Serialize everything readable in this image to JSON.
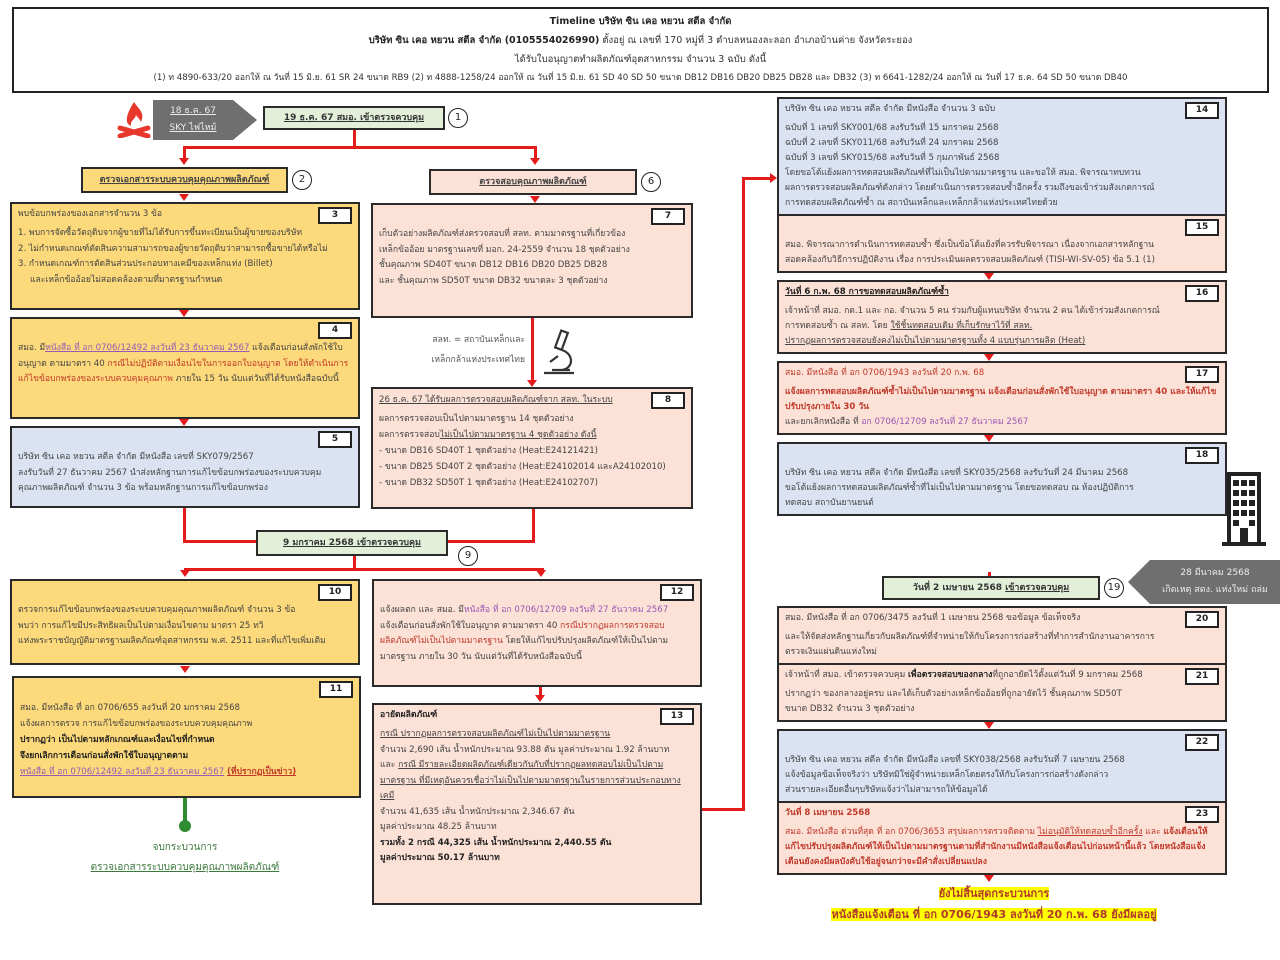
{
  "header": {
    "title": "Timeline บริษัท ซิน เคอ หยวน สตีล จำกัด",
    "company_bold": "บริษัท ซิน เคอ หยวน สตีล จำกัด (0105554026990)",
    "address": " ตั้งอยู่ ณ เลขที่ 170 หมู่ที่ 3 ตำบลหนองละลอก อำเภอบ้านค่าย จังหวัดระยอง",
    "licenses_intro": "ได้รับใบอนุญาตทำผลิตภัณฑ์อุตสาหกรรม จำนวน 3 ฉบับ ดังนี้",
    "licenses": "(1) ท 4890-633/20 ออกให้ ณ วันที่ 15 มิ.ย. 61 SR 24 ขนาด RB9  (2) ท 4888-1258/24 ออกให้ ณ วันที่ 15 มิ.ย. 61 SD 40 SD 50 ขนาด DB12 DB16 DB20 DB25 DB28 และ DB32  (3) ท 6641-1282/24 ออกให้ ณ วันที่ 17 ธ.ค. 64 SD 50 ขนาด DB40"
  },
  "fire_event": {
    "line1": "18 ธ.ค. 67",
    "line2": "SKY ไฟไหม้",
    "icon": "fire-icon"
  },
  "collapse_event": {
    "line1": "28 มีนาคม 2568",
    "line2": "เกิดเหตุ สตง. แห่งใหม่ ถล่ม",
    "icon": "building-icon"
  },
  "steps": {
    "s1": {
      "num": "1",
      "text": "19 ธ.ค. 67 สมอ. เข้าตรวจควบคุม"
    },
    "s2": {
      "num": "2",
      "text": "ตรวจเอกสารระบบควบคุมคุณภาพผลิตภัณฑ์"
    },
    "s3": {
      "num": "3",
      "lines": [
        "พบข้อบกพร่องของเอกสารจำนวน 3 ข้อ",
        "1. พบการจัดซื้อวัตถุดิบจากผู้ขายที่ไม่ได้รับการขึ้นทะเบียนเป็นผู้ขายของบริษัท",
        "2. ไม่กำหนดเกณฑ์ตัดสินความสามารถของผู้ขายวัตถุดิบว่าสามารถซื้อขายได้หรือไม่",
        "3. กำหนดเกณฑ์การตัดสินส่วนประกอบทางเคมีของเหล็กแท่ง (Billet)",
        "    และเหล็กข้ออ้อยไม่สอดคล้องตามที่มาตรฐานกำหนด"
      ]
    },
    "s4": {
      "num": "4",
      "a": "สมอ. มี",
      "b": "หนังสือ ที่ อก 0706/12492 ลงวันที่ 23 ธันวาคม 2567",
      "c": " แจ้งเตือนก่อนสั่งพักใช้ใบอนุญาต ตามมาตรา 40 ",
      "d": "กรณีไม่ปฏิบัติตามเงื่อนไขในการออกใบอนุญาต โดยให้ดำเนินการแก้ไขข้อบกพร่องของระบบควบคุมคุณภาพ",
      "e": " ภายใน 15 วัน นับแต่วันที่ได้รับหนังสือฉบับนี้"
    },
    "s5": {
      "num": "5",
      "lines": [
        "บริษัท ซิน เคอ หยวน สตีล จำกัด มีหนังสือ เลขที่ SKY079/2567",
        "ลงรับวันที่ 27 ธันวาคม 2567 นำส่งหลักฐานการแก้ไขข้อบกพร่องของระบบควบคุม",
        "คุณภาพผลิตภัณฑ์ จำนวน 3 ข้อ พร้อมหลักฐานการแก้ไขข้อบกพร่อง"
      ]
    },
    "s6": {
      "num": "6",
      "text": "ตรวจสอบคุณภาพผลิตภัณฑ์"
    },
    "s7": {
      "num": "7",
      "lines": [
        "เก็บตัวอย่างผลิตภัณฑ์ส่งตรวจสอบที่ สลท. ตามมาตรฐานที่เกี่ยวข้อง",
        "เหล็กข้ออ้อย มาตรฐานเลขที่ มอก. 24-2559 จำนวน 18 ชุดตัวอย่าง",
        "ชั้นคุณภาพ SD40T ขนาด DB12 DB16 DB20 DB25 DB28",
        "และ ชั้นคุณภาพ SD50T ขนาด DB32 ขนาดละ 3 ชุดตัวอย่าง"
      ]
    },
    "lab_note": {
      "line1": "สลท. = สถาบันเหล็กและ",
      "line2": "เหล็กกล้าแห่งประเทศไทย",
      "icon": "microscope-icon"
    },
    "s8": {
      "num": "8",
      "title": "26 ธ.ค. 67  ได้รับผลการตรวจสอบผลิตภัณฑ์จาก สลท. ในระบบ",
      "pass": "ผลการตรวจสอบเป็นไปตามมาตรฐาน 14 ชุดตัวอย่าง",
      "fail_a": "ผลการตรวจสอบ",
      "fail_b": "ไม่เป็นไปตามมาตรฐาน 4 ชุดตัวอย่าง ดังนี้",
      "items": [
        "- ขนาด DB16 SD40T  1 ชุดตัวอย่าง (Heat:E24121421)",
        "- ขนาด DB25 SD40T  2 ชุดตัวอย่าง (Heat:E24102014 และA24102010)",
        "- ขนาด DB32 SD50T  1 ชุดตัวอย่าง (Heat:E24102707)"
      ]
    },
    "s9": {
      "num": "9",
      "text": "9 มกราคม 2568 เข้าตรวจควบคุม"
    },
    "s10": {
      "num": "10",
      "lines": [
        "ตรวจการแก้ไขข้อบกพร่องของระบบควบคุมคุณภาพผลิตภัณฑ์ จำนวน 3 ข้อ",
        "พบว่า การแก้ไขมีประสิทธิผลเป็นไปตามเงื่อนไขตาม มาตรา 25 ทวิ",
        "แห่งพระราชบัญญัติมาตรฐานผลิตภัณฑ์อุตสาหกรรม พ.ศ. 2511 และที่แก้ไขเพิ่มเติม"
      ]
    },
    "s11": {
      "num": "11",
      "l1": "สมอ. มีหนังสือ ที่ อก 0706/655 ลงวันที่ 20 มกราคม 2568",
      "l2": "แจ้งผลการตรวจ การแก้ไขข้อบกพร่องของระบบควบคุมคุณภาพ",
      "l3": "ปรากฏว่า เป็นไปตามหลักเกณฑ์และเงื่อนไขที่กำหนด",
      "l4": "จึงยกเลิกการเตือนก่อนสั่งพักใช้ใบอนุญาตตาม",
      "l5a": "หนังสือ ที่ อก 0706/12492 ลงวันที่ 23 ธันวาคม 2567",
      "l5b": "(ที่ปรากฏเป็นข่าว)"
    },
    "end1": {
      "line1": "จบกระบวนการ",
      "line2": "ตรวจเอกสารระบบควบคุมคุณภาพผลิตภัณฑ์"
    },
    "s12": {
      "num": "12",
      "a": "แจ้งผลตก และ สมอ. มี",
      "b": "หนังสือ ที่ อก 0706/12709 ลงวันที่ 27 ธันวาคม 2567",
      "c": "แจ้งเตือนก่อนสั่งพักใช้ใบอนุญาต ตามมาตรา 40 ",
      "d": "กรณีปรากฏผลการตรวจสอบผลิตภัณฑ์ไม่เป็นไปตามมาตรฐาน",
      "e": " โดยให้แก้ไขปรับปรุงผลิตภัณฑ์ให้เป็นไปตามมาตรฐาน ภายใน 30 วัน นับแต่วันที่ได้รับหนังสือฉบับนี้"
    },
    "s13": {
      "num": "13",
      "title": "อายัดผลิตภัณฑ์",
      "case1": "กรณี ปรากฏผลการตรวจสอบผลิตภัณฑ์ไม่เป็นไปตามมาตรฐาน",
      "case1_val": "จำนวน 2,690 เส้น น้ำหนักประมาณ 93.88 ตัน มูลค่าประมาณ 1.92 ล้านบาท",
      "case2_pre": "และ ",
      "case2": "กรณี มีรายละเอียดผลิตภัณฑ์เดียวกันกับที่ปรากฏผลทดสอบไม่เป็นไปตามมาตรฐาน ที่มีเหตุอันควรเชื่อว่าไม่เป็นไปตามมาตรฐานในรายการส่วนประกอบทางเคมี",
      "case2_val1": "จำนวน 41,635 เส้น น้ำหนักประมาณ 2,346.67 ตัน",
      "case2_val2": "มูลค่าประมาณ 48.25 ล้านบาท",
      "total1": "รวมทั้ง 2 กรณี 44,325 เส้น น้ำหนักประมาณ 2,440.55 ตัน",
      "total2": "มูลค่าประมาณ 50.17 ล้านบาท"
    },
    "s14": {
      "num": "14",
      "lines": [
        "บริษัท ซิน เคอ หยวน สตีล จำกัด มีหนังสือ จำนวน 3 ฉบับ",
        "ฉบับที่ 1 เลขที่ SKY001/68 ลงรับวันที่ 15 มกราคม 2568",
        "ฉบับที่ 2 เลขที่ SKY011/68 ลงรับวันที่ 24 มกราคม 2568",
        "ฉบับที่ 3 เลขที่ SKY015/68 ลงรับวันที่ 5 กุมภาพันธ์ 2568",
        "โดยขอโต้แย้งผลการทดสอบผลิตภัณฑ์ที่ไม่เป็นไปตามมาตรฐาน และขอให้ สมอ. พิจารณาทบทวน",
        "ผลการตรวจสอบผลิตภัณฑ์ดังกล่าว โดยดำเนินการตรวจสอบซ้ำอีกครั้ง รวมถึงขอเข้าร่วมสังเกตการณ์",
        "การทดสอบผลิตภัณฑ์ซ้ำ ณ สถาบันเหล็กและเหล็กกล้าแห่งประเทศไทยด้วย"
      ]
    },
    "s15": {
      "num": "15",
      "lines": [
        "สมอ. พิจารณาการดำเนินการทดสอบซ้ำ ซึ่งเป็นข้อโต้แย้งที่ควรรับพิจารณา เนื่องจากเอกสารหลักฐาน",
        "สอดคล้องกับวิธีการปฏิบัติงาน เรื่อง การประเมินผลตรวจสอบผลิตภัณฑ์ (TISI-WI-SV-05) ข้อ 5.1 (1)"
      ]
    },
    "s16": {
      "num": "16",
      "title": "วันที่ 6 ก.พ. 68 การขอทดสอบผลิตภัณฑ์ซ้ำ",
      "l1": "เจ้าหน้าที่ สมอ. กต.1 และ กอ. จำนวน 5 คน ร่วมกับผู้แทนบริษัท จำนวน 2 คน ได้เข้าร่วมสังเกตการณ์",
      "l2a": "การทดสอบซ้ำ ณ สลท. โดย ",
      "l2b": "ใช้ชิ้นทดสอบเดิม ที่เก็บรักษาไว้ที่ สลท.",
      "l3": "ปรากฏผลการตรวจสอบยังคงไม่เป็นไปตามมาตรฐานทั้ง 4 แบบรุ่นการผลิต (Heat)"
    },
    "s17": {
      "num": "17",
      "l1": "สมอ. มีหนังสือ ที่ อก 0706/1943 ลงวันที่ 20 ก.พ. 68",
      "l2": "แจ้งผลการทดสอบผลิตภัณฑ์ซ้ำไม่เป็นไปตามมาตรฐาน แจ้งเตือนก่อนสั่งพักใช้ใบอนุญาต ตามมาตรา 40 และให้แก้ไขปรับปรุงภายใน 30 วัน",
      "l3a": "และยกเลิกหนังสือ ที่ ",
      "l3b": "อก 0706/12709 ลงวันที่ 27 ธันวาคม 2567"
    },
    "s18": {
      "num": "18",
      "lines": [
        "บริษัท ซิน เคอ หยวน สตีล จำกัด มีหนังสือ เลขที่ SKY035/2568 ลงรับวันที่ 24 มีนาคม 2568",
        "ขอโต้แย้งผลการทดสอบผลิตภัณฑ์ซ้ำที่ไม่เป็นไปตามมาตรฐาน โดยขอทดสอบ ณ ห้องปฏิบัติการ",
        "ทดสอบ สถาบันยานยนต์"
      ]
    },
    "s19": {
      "num": "19",
      "a": "วันที่ 2 เมษายน 2568 ",
      "b": "เข้าตรวจควบคุม"
    },
    "s20": {
      "num": "20",
      "lines": [
        "สมอ. มีหนังสือ ที่ อก 0706/3475 ลงวันที่ 1 เมษายน 2568 ขอข้อมูล ข้อเท็จจริง",
        "และให้จัดส่งหลักฐานเกี่ยวกับผลิตภัณฑ์ที่จำหน่ายให้กับโครงการก่อสร้างที่ทำการสำนักงานอาคารการ",
        "ตรวจเงินแผ่นดินแห่งใหม่"
      ]
    },
    "s21": {
      "num": "21",
      "a": "เจ้าหน้าที่ สมอ. เข้าตรวจควบคุม ",
      "b": "เพื่อตรวจสอบของกลาง",
      "c": "ที่ถูกอายัดไว้ตั้งแต่วันที่ 9 มกราคม 2568",
      "l2": "ปรากฏว่า ของกลางอยู่ครบ และได้เก็บตัวอย่างเหล็กข้ออ้อยที่ถูกอายัดไว้ ชั้นคุณภาพ SD50T",
      "l3": "ขนาด DB32 จำนวน 3 ชุดตัวอย่าง"
    },
    "s22": {
      "num": "22",
      "lines": [
        "บริษัท ซิน เคอ หยวน สตีล จำกัด มีหนังสือ เลขที่ SKY038/2568 ลงรับวันที่ 7 เมษายน 2568",
        "แจ้งข้อมูลข้อเท็จจริงว่า บริษัทมิใช่ผู้จำหน่ายเหล็กโดยตรงให้กับโครงการก่อสร้างดังกล่าว",
        "ส่วนรายละเอียดอื่นๆบริษัทแจ้งว่าไม่สามารถให้ข้อมูลได้"
      ]
    },
    "s23": {
      "num": "23",
      "title": "วันที่ 8 เมษายน 2568",
      "a": "สมอ. มีหนังสือ ด่วนที่สุด ที่ อก 0706/3653 สรุปผลการตรวจติดตาม ",
      "b": "ไม่อนุมัติให้ทดสอบซ้ำอีกครั้ง",
      "c": "และ ",
      "d": "แจ้งเตือนให้แก้ไขปรับปรุงผลิตภัณฑ์ให้เป็นไปตามมาตรฐานตามที่สำนักงานมีหนังสือแจ้งเตือนไปก่อนหน้านี้แล้ว โดยหนังสือแจ้งเตือนยังคงมีผลบังคับใช้อยู่จนกว่าจะมีคำสั่งเปลี่ยนแปลง"
    },
    "end2": {
      "line1": "ยังไม่สิ้นสุดกระบวนการ",
      "line2": "หนังสือแจ้งเตือน ที่ อก 0706/1943 ลงวันที่ 20 ก.พ. 68 ยังมีผลอยู่"
    }
  },
  "colors": {
    "arrow": "#e31b1b",
    "end_line": "#2e8b2e",
    "yellow_box": "#fcd97a",
    "pink_box": "#fbe1d6",
    "blue_box": "#dbe3f2",
    "green_box": "#e3efd9",
    "highlight": "#ffff00"
  }
}
